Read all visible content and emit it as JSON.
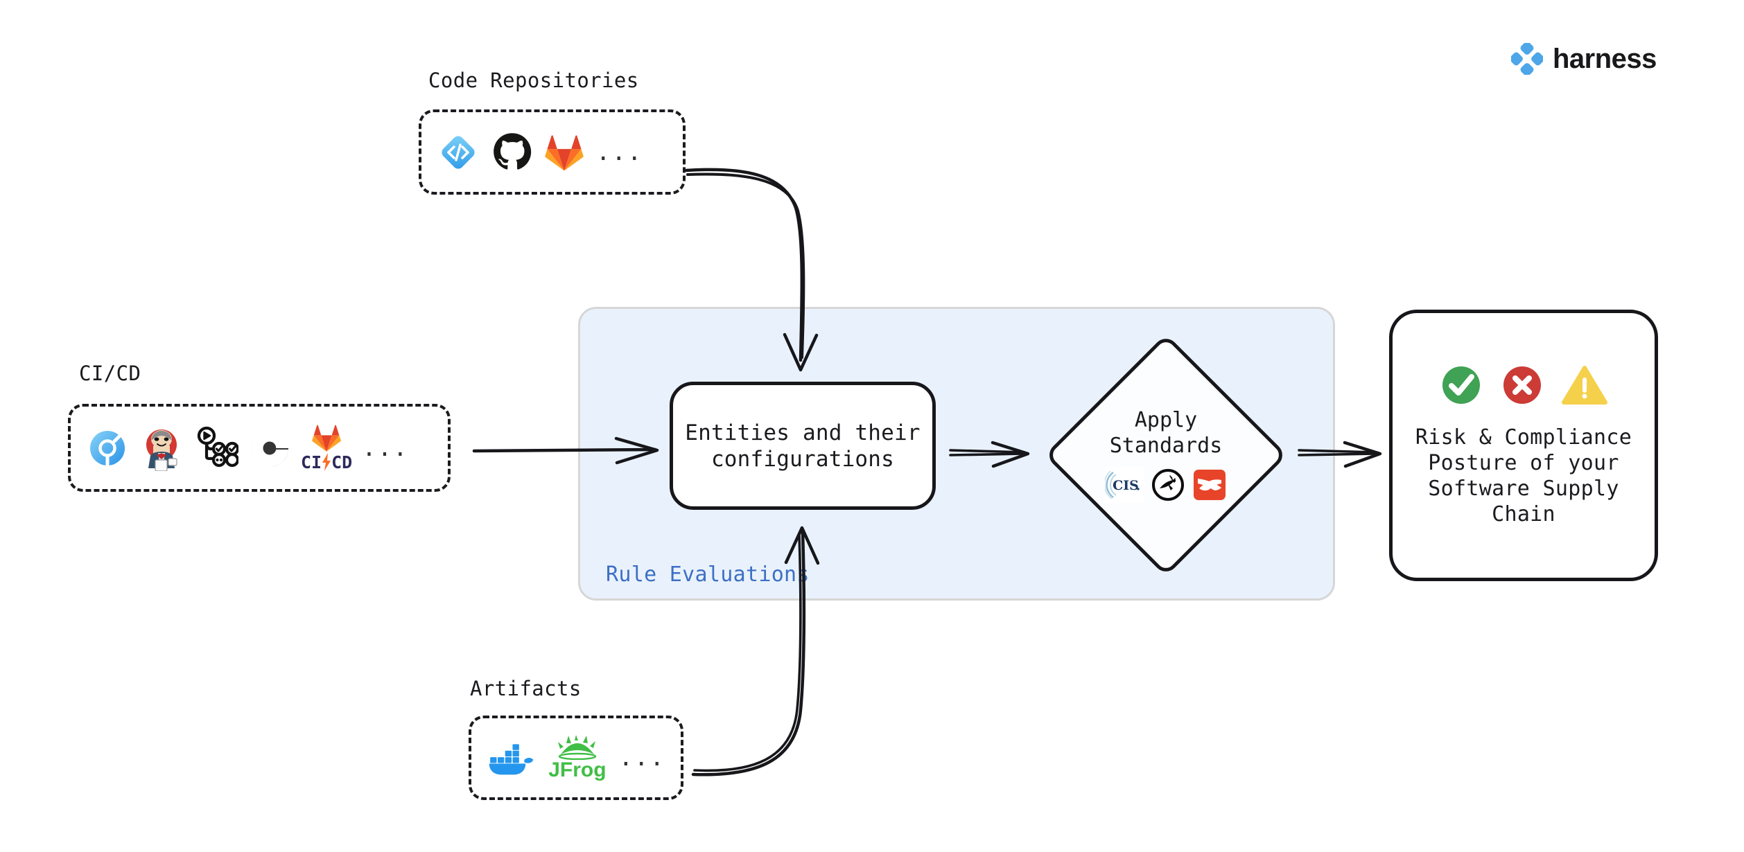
{
  "brand": {
    "logo_icon": "harness-diamond-logo-icon",
    "name": "harness",
    "accent": "#4DA6E8"
  },
  "sources": [
    {
      "id": "code-repositories",
      "title": "Code Repositories",
      "more_label": "...",
      "icons": [
        {
          "name": "harness-code-icon",
          "label": "Harness Code",
          "color": "#4DB5F0"
        },
        {
          "name": "github-icon",
          "label": "GitHub",
          "color": "#161614"
        },
        {
          "name": "gitlab-icon",
          "label": "GitLab",
          "color": "#E24329"
        }
      ]
    },
    {
      "id": "ci-cd",
      "title": "CI/CD",
      "more_label": "...",
      "icons": [
        {
          "name": "harness-ci-icon",
          "label": "Harness CI",
          "color": "#4DA6E8"
        },
        {
          "name": "jenkins-icon",
          "label": "Jenkins",
          "color": "#D33833"
        },
        {
          "name": "github-actions-icon",
          "label": "GitHub Actions",
          "color": "#111111"
        },
        {
          "name": "circleci-icon",
          "label": "CircleCI",
          "color": "#343434"
        },
        {
          "name": "gitlab-cicd-icon",
          "label": "GitLab CI/CD",
          "color": "#2E2A5B"
        }
      ],
      "gitlab_cicd_text": {
        "left": "CI",
        "right": "CD"
      }
    },
    {
      "id": "artifacts",
      "title": "Artifacts",
      "more_label": "...",
      "icons": [
        {
          "name": "docker-icon",
          "label": "Docker",
          "color": "#2496ED"
        },
        {
          "name": "jfrog-icon",
          "label": "JFrog",
          "color": "#40BE46"
        }
      ],
      "jfrog_text": "JFrog"
    }
  ],
  "panel": {
    "label": "Rule Evaluations",
    "label_color": "#3d6fc4",
    "background": "#e9f2fc",
    "border_color": "#d6d6d6"
  },
  "entities_box": {
    "line1": "Entities and their",
    "line2": "configurations"
  },
  "standards_node": {
    "line1": "Apply",
    "line2": "Standards",
    "logos": [
      {
        "name": "cis-icon",
        "label": "CIS",
        "color": "#1B3A63"
      },
      {
        "name": "openssf-icon",
        "label": "OpenSSF",
        "color": "#0D0D0D"
      },
      {
        "name": "slsa-icon",
        "label": "SLSA",
        "color": "#E8442A"
      }
    ]
  },
  "outcome_box": {
    "status_icons": [
      {
        "name": "check-circle-icon",
        "label": "Pass",
        "color": "#3FA254"
      },
      {
        "name": "error-circle-icon",
        "label": "Fail",
        "color": "#CC3B36"
      },
      {
        "name": "warning-triangle-icon",
        "label": "Warning",
        "color": "#F5D04A"
      }
    ],
    "line1": "Risk & Compliance",
    "line2": "Posture of your",
    "line3": "Software Supply",
    "line4": "Chain"
  },
  "connectors": [
    {
      "name": "code-repos-to-panel-arrow",
      "from": "code-repositories",
      "to": "rule-evaluations-panel"
    },
    {
      "name": "cicd-to-entities-arrow",
      "from": "ci-cd",
      "to": "entities-box"
    },
    {
      "name": "artifacts-to-entities-arrow",
      "from": "artifacts",
      "to": "entities-box"
    },
    {
      "name": "entities-to-standards-arrow",
      "from": "entities-box",
      "to": "standards-diamond"
    },
    {
      "name": "standards-to-outcome-arrow",
      "from": "standards-diamond",
      "to": "outcome-box"
    }
  ]
}
